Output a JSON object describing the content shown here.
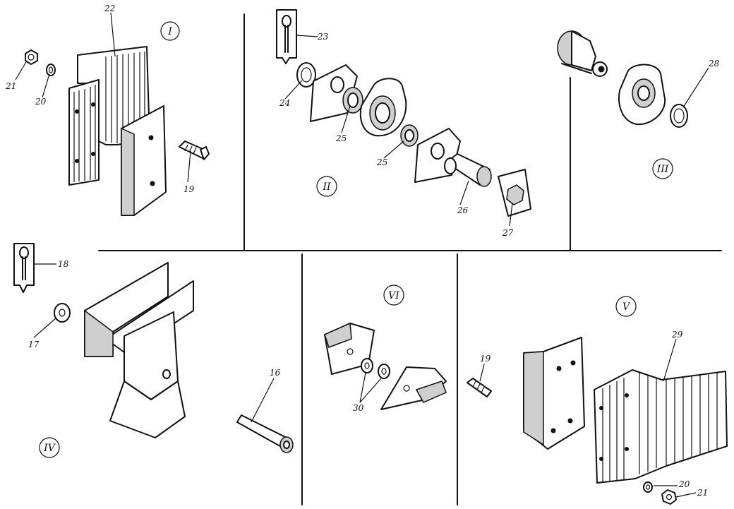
{
  "sections": {
    "I": {
      "label": "I"
    },
    "II": {
      "label": "II"
    },
    "III": {
      "label": "III"
    },
    "IV": {
      "label": "IV"
    },
    "V": {
      "label": "V"
    },
    "VI": {
      "label": "VI"
    }
  },
  "callouts": {
    "n16": "16",
    "n17": "17",
    "n18": "18",
    "n19a": "19",
    "n19b": "19",
    "n20a": "20",
    "n20b": "20",
    "n21a": "21",
    "n21b": "21",
    "n22": "22",
    "n23": "23",
    "n24": "24",
    "n25a": "25",
    "n25b": "25",
    "n26": "26",
    "n27": "27",
    "n28": "28",
    "n29": "29",
    "n30": "30"
  }
}
